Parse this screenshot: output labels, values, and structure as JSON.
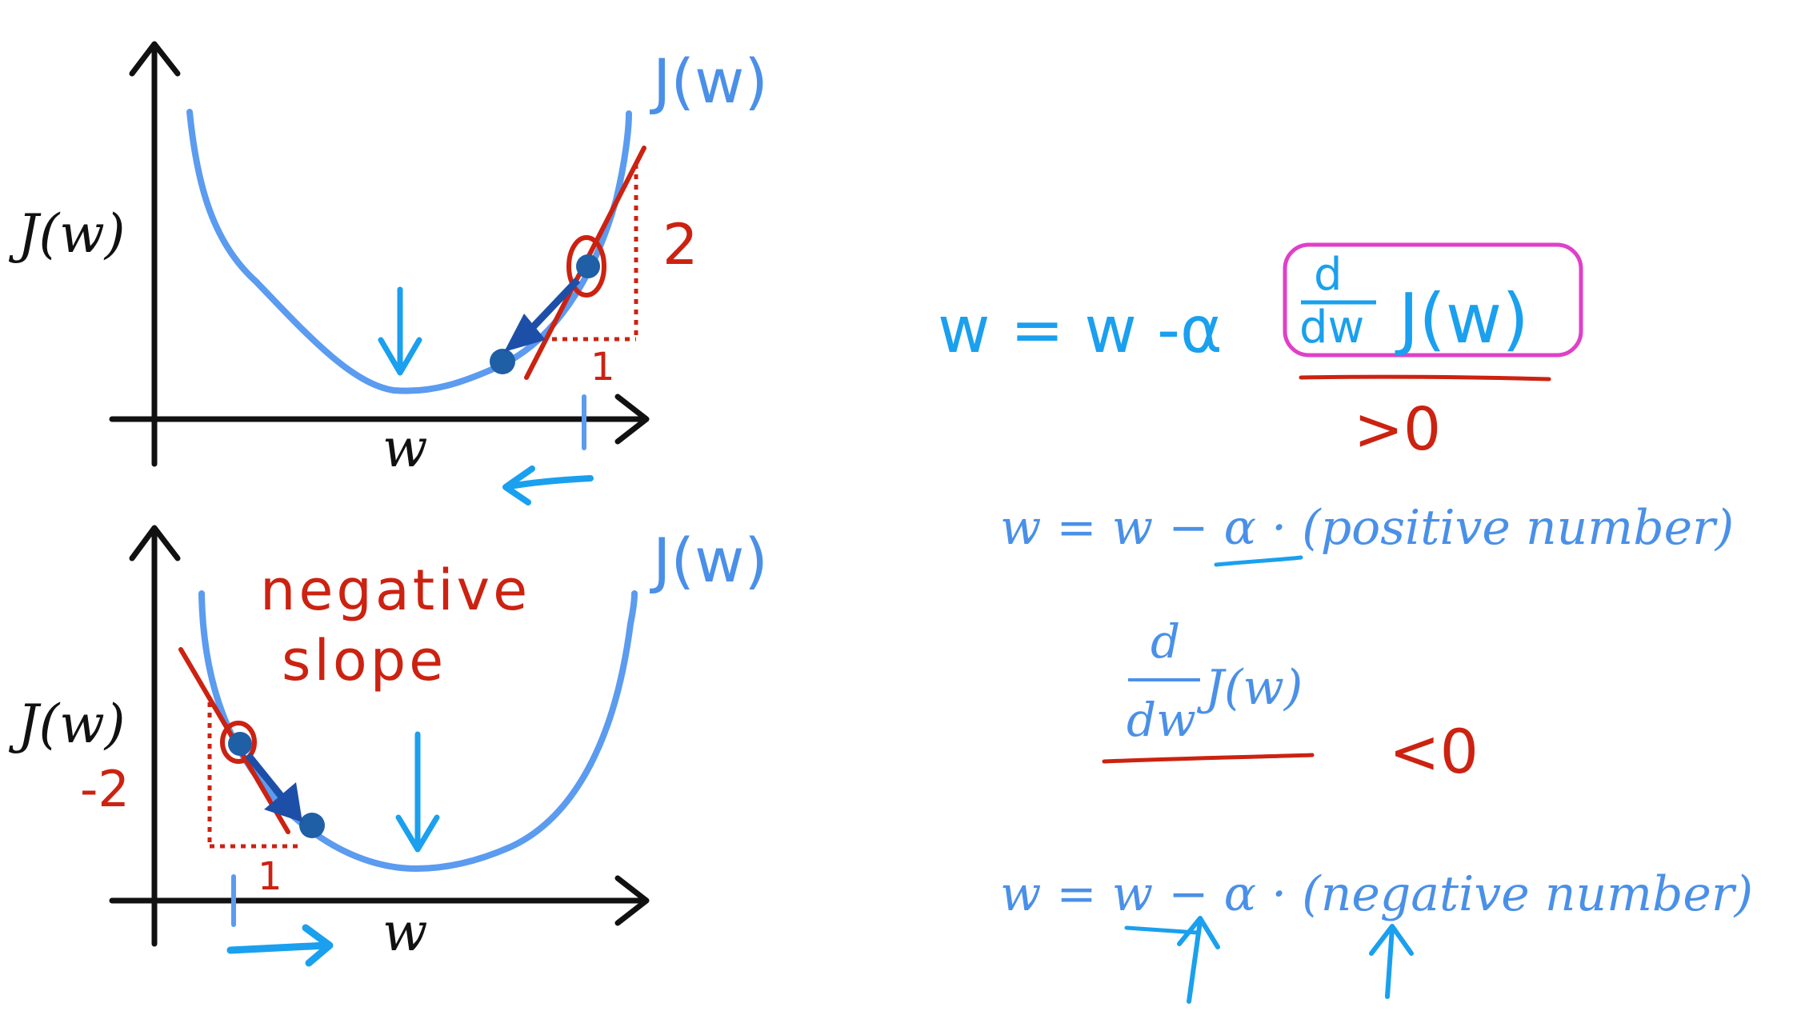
{
  "colors": {
    "axis": "#111111",
    "curve": "#5b9bf0",
    "ink_blue": "#1aa0ee",
    "formula_blue": "#4a90e8",
    "tangent_red": "#cc2211",
    "point_blue": "#1f5fa5",
    "step_arrow": "#1d4fa8",
    "highlight_box": "#e040c8"
  },
  "icons": {
    "down_arrow": "down-arrow-icon",
    "left_arrow": "left-arrow-icon",
    "right_arrow": "right-arrow-icon",
    "up_arrow": "up-arrow-icon"
  },
  "top_graph": {
    "y_axis_label": "J(w)",
    "x_axis_label": "w",
    "curve_label": "J(w)",
    "rise_label": "2",
    "run_label": "1"
  },
  "bottom_graph": {
    "y_axis_label": "J(w)",
    "x_axis_label": "w",
    "curve_label": "J(w)",
    "rise_label": "-2",
    "run_label": "1",
    "annotation_line1": "negative",
    "annotation_line2": "slope"
  },
  "formulas": {
    "update_rule": {
      "lhs": "w = w -α",
      "deriv_num": "d",
      "deriv_den": "dw",
      "deriv_fn": "J(w)"
    },
    "positive_note": ">0",
    "positive_line": {
      "lhs": "w = w − ",
      "alpha": "α",
      "rest": " · (positive number)"
    },
    "negative_deriv": {
      "num": "d",
      "den": "dw",
      "fn": "J(w)"
    },
    "negative_note": "<0",
    "negative_line": {
      "lhs": "w = ",
      "w": "w",
      "minus": " − ",
      "rest": "α · (negative number)"
    }
  }
}
